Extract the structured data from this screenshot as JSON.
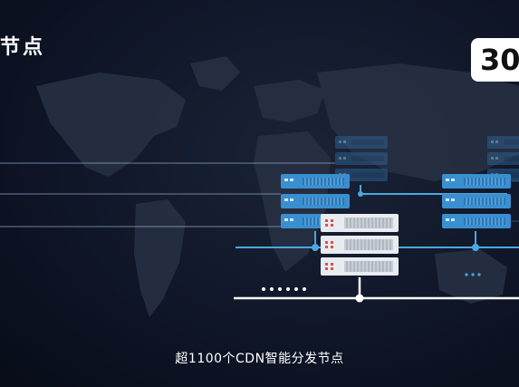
{
  "title": {
    "heading": "节点",
    "badge": "30"
  },
  "caption": "超1100个CDN智能分发节点",
  "colors": {
    "background": "#0f1628",
    "map_land": "#2a3244",
    "server_blue": "#3a8fd0",
    "server_blue_light": "#5db0ea",
    "server_white": "#e8ecf0",
    "led_red": "#e0504a",
    "network_line": "#4aa8e0",
    "bus_line": "#ffffff"
  },
  "icons": {
    "server": "server-rack-icon",
    "dots": "ellipsis-dots"
  }
}
